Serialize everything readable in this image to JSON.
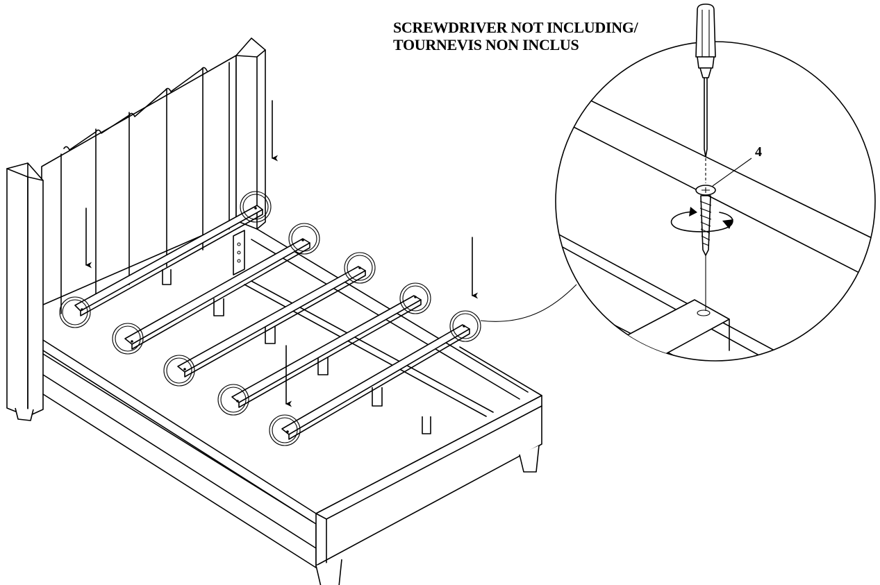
{
  "notice": {
    "line1": "SCREWDRIVER NOT INCLUDING/",
    "line2": "TOURNEVIS NON INCLUS"
  },
  "callout": {
    "part_number": "4"
  },
  "icons": {
    "tool": "screwdriver-icon",
    "fastener": "screw-icon",
    "motion": "rotation-arrow-icon",
    "direction": "down-arrow-icon"
  },
  "colors": {
    "ink": "#000000",
    "paper": "#ffffff"
  }
}
